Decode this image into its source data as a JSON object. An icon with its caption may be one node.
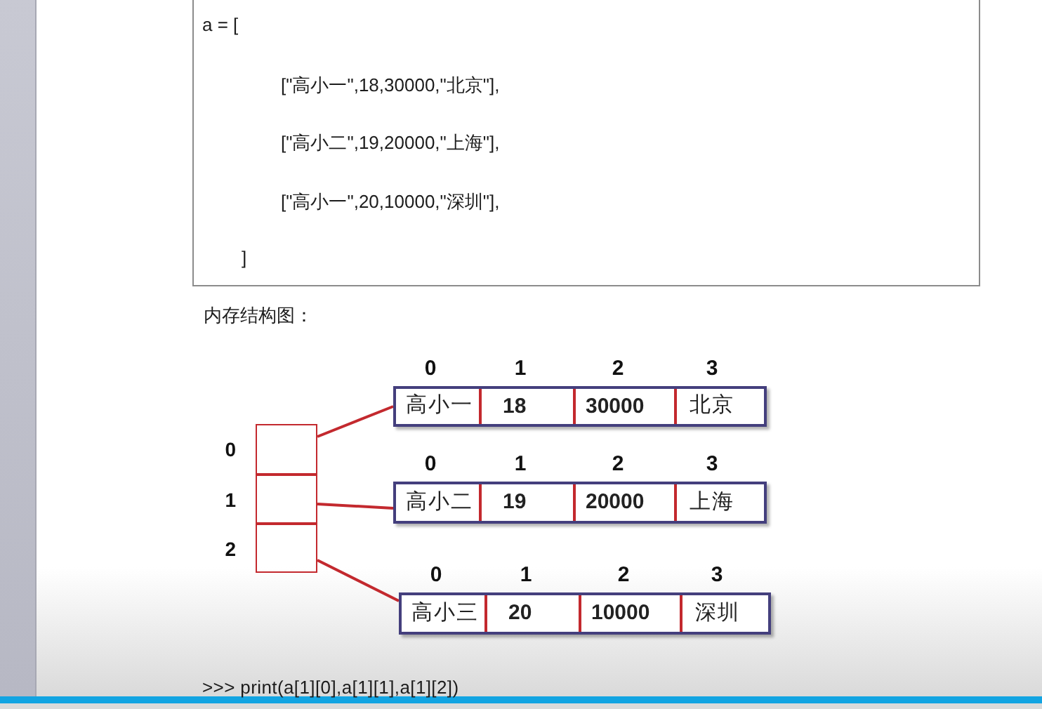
{
  "diagram": {
    "title": "内存结构图：",
    "nodes": [
      {
        "text": [
          "a = [",
          "[\"高小一\",18,30000,\"北京\"],",
          "[\"高小二\",19,20000,\"上海\"],",
          "[\"高小一\",20,10000,\"深圳\"],",
          "]"
        ]
      },
      {
        "text": [],
        "shape": "box",
        "beside": [
          "0"
        ]
      },
      {
        "text": [],
        "shape": "box",
        "beside": [
          "1"
        ]
      },
      {
        "text": [],
        "shape": "box",
        "beside": [
          "2"
        ]
      },
      {
        "text": [],
        "shape": "box"
      },
      {
        "text": [
          "高小一"
        ],
        "in": 4,
        "beside": [
          "0"
        ]
      },
      {
        "text": [
          "18"
        ],
        "in": 4,
        "beside": [
          "1"
        ]
      },
      {
        "text": [
          "30000"
        ],
        "in": 4,
        "beside": [
          "2"
        ]
      },
      {
        "text": [
          "北京"
        ],
        "in": 4,
        "beside": [
          "3"
        ]
      },
      {
        "text": [],
        "shape": "box"
      },
      {
        "text": [
          "高小二"
        ],
        "in": 9,
        "beside": [
          "0"
        ]
      },
      {
        "text": [
          "19"
        ],
        "in": 9,
        "beside": [
          "1"
        ]
      },
      {
        "text": [
          "20000"
        ],
        "in": 9,
        "beside": [
          "2"
        ]
      },
      {
        "text": [
          "上海"
        ],
        "in": 9,
        "beside": [
          "3"
        ]
      },
      {
        "text": [],
        "shape": "box"
      },
      {
        "text": [
          "高小三"
        ],
        "in": 14,
        "beside": [
          "0"
        ]
      },
      {
        "text": [
          "20"
        ],
        "in": 14,
        "beside": [
          "1"
        ]
      },
      {
        "text": [
          "10000"
        ],
        "in": 14,
        "beside": [
          "2"
        ]
      },
      {
        "text": [
          "深圳"
        ],
        "in": 14,
        "beside": [
          "3"
        ]
      }
    ],
    "edges": [
      {
        "from": 1,
        "to": 4,
        "arrow": "none"
      },
      {
        "from": 2,
        "to": 9,
        "arrow": "none"
      },
      {
        "from": 3,
        "to": 14,
        "arrow": "none"
      }
    ],
    "labels": [
      ">>> print(a[1][0],a[1][1],a[1][2])"
    ]
  }
}
